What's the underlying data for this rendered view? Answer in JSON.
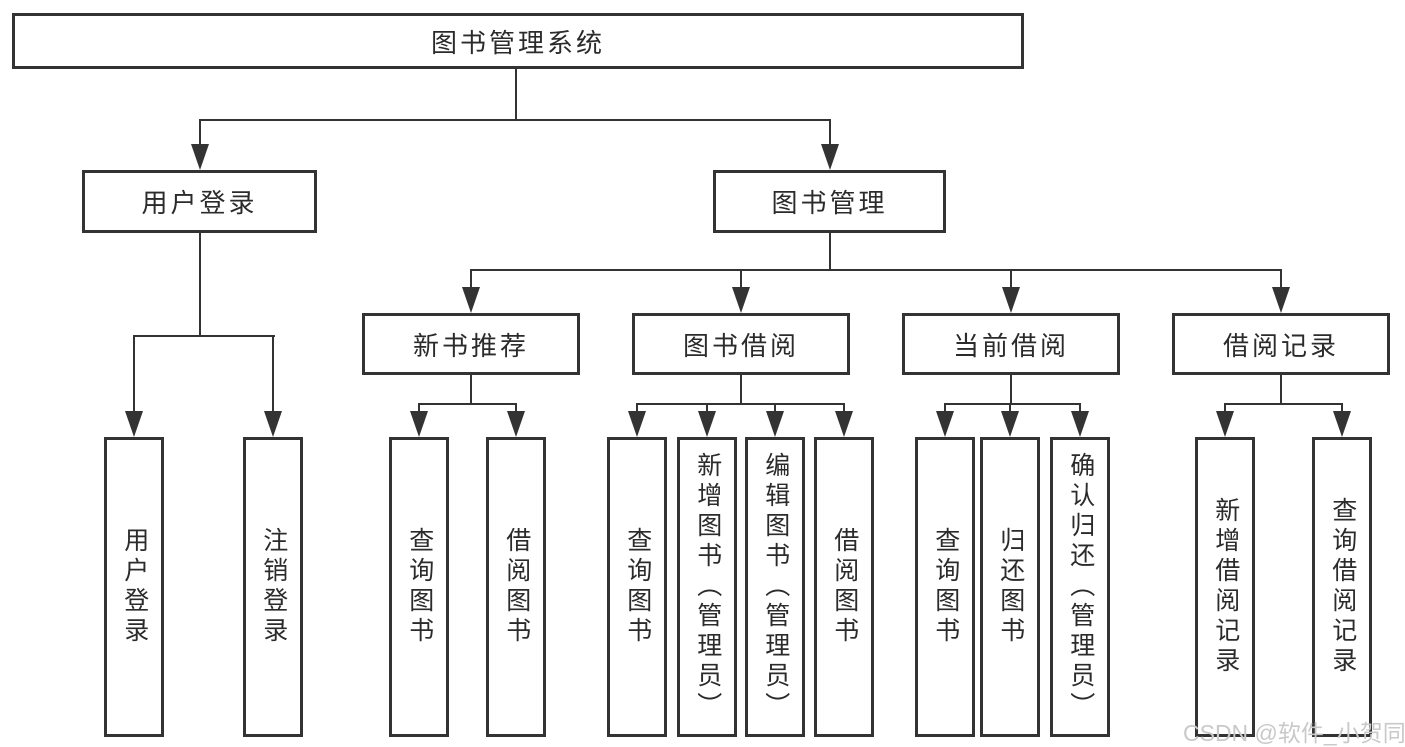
{
  "diagram": {
    "root": "图书管理系统",
    "branches": [
      {
        "label": "用户登录",
        "children": [
          "用户登录",
          "注销登录"
        ]
      },
      {
        "label": "图书管理",
        "sections": [
          {
            "label": "新书推荐",
            "children": [
              "查询图书",
              "借阅图书"
            ]
          },
          {
            "label": "图书借阅",
            "children": [
              "查询图书",
              "新增图书（管理员）",
              "编辑图书（管理员）",
              "借阅图书"
            ]
          },
          {
            "label": "当前借阅",
            "children": [
              "查询图书",
              "归还图书",
              "确认归还（管理员）"
            ]
          },
          {
            "label": "借阅记录",
            "children": [
              "新增借阅记录",
              "查询借阅记录"
            ]
          }
        ]
      }
    ]
  },
  "watermark": "CSDN @软件_小贺同学",
  "colors": {
    "line": "#333333",
    "watermark": "#c9c9c9"
  }
}
